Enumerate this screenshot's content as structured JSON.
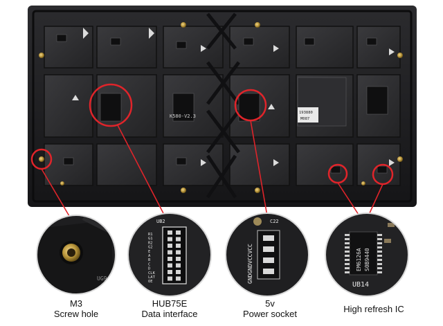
{
  "panel": {
    "markings": {
      "module_label": "K580-V2.3",
      "ic_label_top": "EM6126A",
      "ic_label_sub": "S0B9440",
      "ic_ref": "UB14",
      "hub_ref": "UB2",
      "hub_pins_left": [
        "R1",
        "G1",
        "R2",
        "G2",
        "E",
        "A",
        "B",
        "C",
        "D",
        "CLK",
        "LAT",
        "OE"
      ],
      "power_pins": "GNDGNDVCCVCC",
      "small_label": "UG9",
      "tag_a": "193880",
      "tag_b": "M087"
    },
    "colors": {
      "panel": "#1c1c1e",
      "pcb": "#2a2a2c",
      "highlight": "#e0242a",
      "brass": "#b8953a"
    }
  },
  "captions": {
    "screw": {
      "line1": "M3",
      "line2": "Screw hole"
    },
    "hub": {
      "line1": "HUB75E",
      "line2": "Data interface"
    },
    "power": {
      "line1": "5v",
      "line2": "Power socket"
    },
    "ic": {
      "line1": "High refresh IC"
    }
  }
}
